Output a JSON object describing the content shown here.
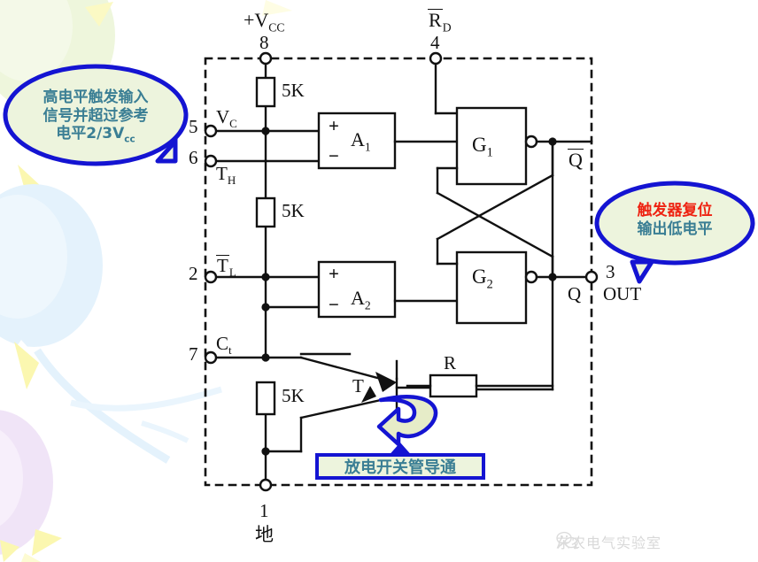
{
  "diagram": {
    "title": "555 timer internal block diagram",
    "colors": {
      "wire": "#111111",
      "callout_border": "#1414d2",
      "callout_fill": "#edf4dd",
      "callout_text_teal": "#3a7e94",
      "callout_text_red": "#ee2211",
      "arrow_blue": "#1414d2",
      "arrow_fill": "#e6ecc8",
      "balloon_green": "#eef6dc",
      "balloon_blue": "#e4f2fc",
      "balloon_purple": "#f0e4f7",
      "confetti_yellow": "#fbf7b0",
      "watermark": "#d8d8d8"
    },
    "pins": [
      {
        "number": "8",
        "label": "+V",
        "sub": "CC",
        "overline": false,
        "position": "top"
      },
      {
        "number": "4",
        "label": "R",
        "sub": "D",
        "overline": true,
        "position": "top"
      },
      {
        "number": "5",
        "label": "V",
        "sub": "C",
        "overline": false,
        "position": "left"
      },
      {
        "number": "6",
        "label": "T",
        "sub": "H",
        "overline": false,
        "position": "left"
      },
      {
        "number": "2",
        "label": "T",
        "sub": "L",
        "overline": true,
        "position": "left"
      },
      {
        "number": "7",
        "label": "C",
        "sub": "t",
        "overline": false,
        "position": "left"
      },
      {
        "number": "1",
        "label": "地",
        "sub": "",
        "overline": false,
        "position": "bottom"
      },
      {
        "number": "3",
        "label": "OUT",
        "sub": "",
        "overline": false,
        "position": "right"
      }
    ],
    "components": [
      {
        "id": "r1",
        "type": "resistor",
        "label": "5K"
      },
      {
        "id": "r2",
        "type": "resistor",
        "label": "5K"
      },
      {
        "id": "r3",
        "type": "resistor",
        "label": "5K"
      },
      {
        "id": "r4",
        "type": "resistor",
        "label": "R"
      },
      {
        "id": "a1",
        "type": "comparator",
        "label": "A",
        "sub": "1",
        "plus": "+",
        "minus": "−"
      },
      {
        "id": "a2",
        "type": "comparator",
        "label": "A",
        "sub": "2",
        "plus": "+",
        "minus": "−"
      },
      {
        "id": "g1",
        "type": "nand-gate",
        "label": "G",
        "sub": "1"
      },
      {
        "id": "g2",
        "type": "nand-gate",
        "label": "G",
        "sub": "2"
      },
      {
        "id": "t1",
        "type": "transistor",
        "label": "T"
      }
    ],
    "node_labels": [
      {
        "id": "q-bar",
        "text": "Q",
        "overline": true
      },
      {
        "id": "q",
        "text": "Q",
        "overline": false
      }
    ],
    "callouts": [
      {
        "id": "left-callout",
        "shape": "ellipse",
        "lines": [
          {
            "text": "高电平触发输入",
            "color": "teal"
          },
          {
            "text": "信号并超过参考",
            "color": "teal"
          },
          {
            "text": "电平2/3V",
            "sub": "cc",
            "color": "teal"
          }
        ]
      },
      {
        "id": "right-callout",
        "shape": "ellipse",
        "lines": [
          {
            "text": "触发器复位",
            "color": "red"
          },
          {
            "text": "输出低电平",
            "color": "teal"
          }
        ]
      },
      {
        "id": "bottom-callout",
        "shape": "rectangle",
        "lines": [
          {
            "text": "放电开关管导通",
            "color": "teal"
          }
        ]
      }
    ],
    "watermark": {
      "text": "东农电气实验室",
      "icon": "wechat-icon"
    }
  }
}
